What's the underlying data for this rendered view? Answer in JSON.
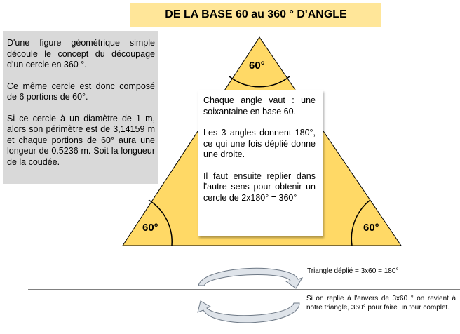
{
  "title": "DE LA BASE 60 au 360 ° D'ANGLE",
  "left_box": {
    "p1": "D'une figure géométrique simple découle le concept du découpage d'un cercle en 360 °.",
    "p2": "Ce même cercle est donc composé de 6 portions de 60°.",
    "p3": "Si ce cercle à un diamètre de 1 m, alors son périmètre est de 3,14159 m et chaque portions de 60° aura une longeur de 0.5236 m. Soit la longueur de la coudée."
  },
  "center_box": {
    "p1": "Chaque angle vaut : une soixantaine en base 60.",
    "p2": "Les 3 angles donnent 180°, ce qui une fois déplié donne une droite.",
    "p3": "Il faut ensuite replier dans l'autre sens pour obtenir un cercle de 2x180° = 360°"
  },
  "angles": {
    "top": "60°",
    "left": "60°",
    "right": "60°"
  },
  "notes": {
    "unfolded": "Triangle déplié = 3x60 = 180°",
    "refold": "Si on replie à l'envers de 3x60 ° on revient à notre triangle, 360° pour faire un tour complet."
  },
  "colors": {
    "triangle_fill": "#ffd966",
    "title_bg": "#ffe699",
    "gray_box": "#d9d9d9",
    "arrow_fill": "#dfe4ea"
  }
}
